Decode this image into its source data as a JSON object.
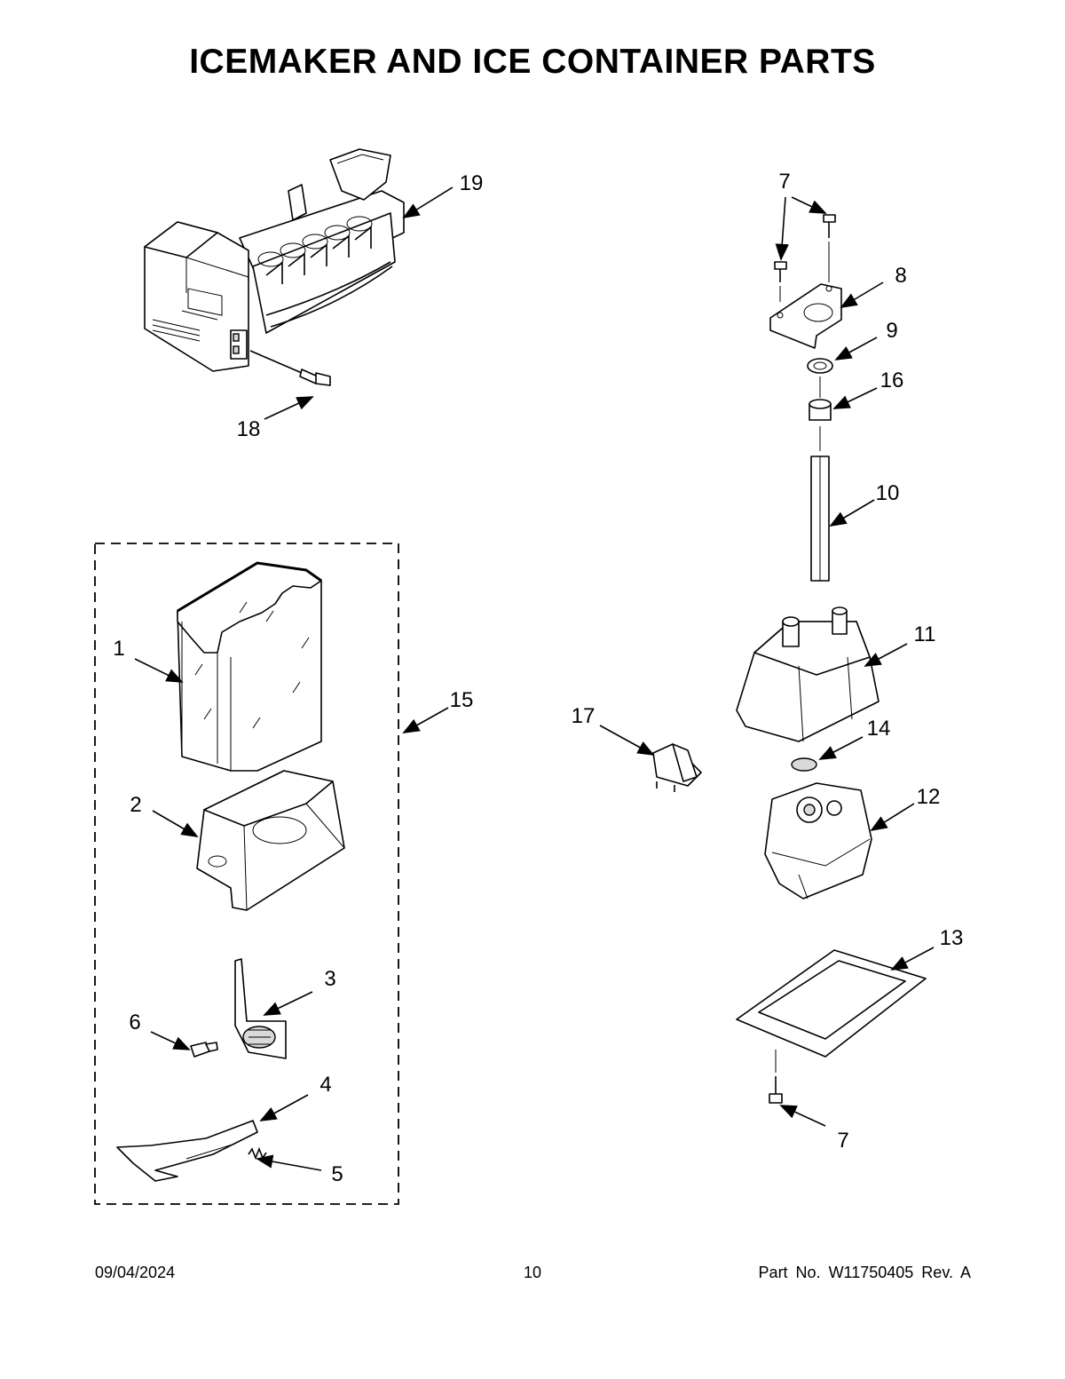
{
  "title": "ICEMAKER AND ICE CONTAINER PARTS",
  "callouts": {
    "c1": "1",
    "c2": "2",
    "c3": "3",
    "c4": "4",
    "c5": "5",
    "c6": "6",
    "c7a": "7",
    "c7b": "7",
    "c8": "8",
    "c9": "9",
    "c10": "10",
    "c11": "11",
    "c12": "12",
    "c13": "13",
    "c14": "14",
    "c15": "15",
    "c16": "16",
    "c17": "17",
    "c18": "18",
    "c19": "19"
  },
  "footer": {
    "date": "09/04/2024",
    "page": "10",
    "part_no": "Part No. W11750405 Rev. A"
  }
}
